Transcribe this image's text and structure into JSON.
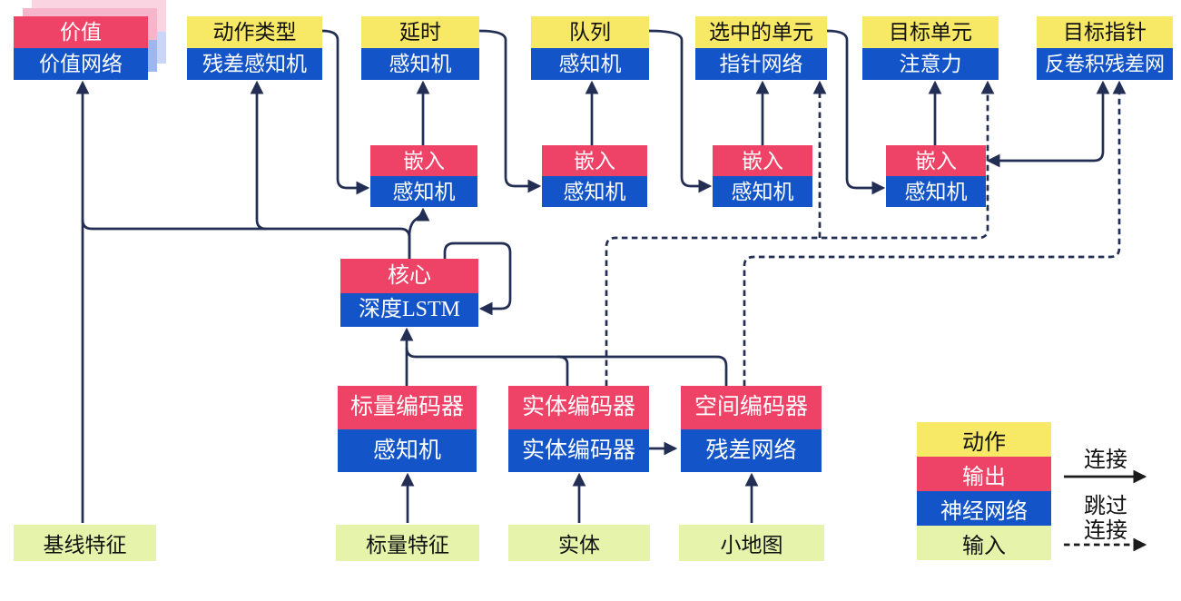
{
  "boxes": {
    "value": {
      "title": "价值",
      "subtitle": "价值网络"
    },
    "action_type": {
      "title": "动作类型",
      "subtitle": "残差感知机"
    },
    "delay": {
      "title": "延时",
      "subtitle": "感知机"
    },
    "queue": {
      "title": "队列",
      "subtitle": "感知机"
    },
    "selected_units": {
      "title": "选中的单元",
      "subtitle": "指针网络"
    },
    "target_unit": {
      "title": "目标单元",
      "subtitle": "注意力"
    },
    "target_point": {
      "title": "目标指针",
      "subtitle": "反卷积残差网"
    },
    "embed1": {
      "title": "嵌入",
      "subtitle": "感知机"
    },
    "embed2": {
      "title": "嵌入",
      "subtitle": "感知机"
    },
    "embed3": {
      "title": "嵌入",
      "subtitle": "感知机"
    },
    "embed4": {
      "title": "嵌入",
      "subtitle": "感知机"
    },
    "core": {
      "title": "核心",
      "subtitle": "深度LSTM"
    },
    "scalar_encoder": {
      "title": "标量编码器",
      "subtitle": "感知机"
    },
    "entity_encoder": {
      "title": "实体编码器",
      "subtitle": "实体编码器"
    },
    "spatial_encoder": {
      "title": "空间编码器",
      "subtitle": "残差网络"
    }
  },
  "inputs": {
    "baseline": "基线特征",
    "scalar": "标量特征",
    "entity": "实体",
    "minimap": "小地图"
  },
  "legend": {
    "rows": [
      {
        "label": "动作",
        "type": "action"
      },
      {
        "label": "输出",
        "type": "output"
      },
      {
        "label": "神经网络",
        "type": "neural-network"
      },
      {
        "label": "输入",
        "type": "input"
      }
    ],
    "solid_label": "连接",
    "skip_label_line1": "跳过",
    "skip_label_line2": "连接"
  },
  "colors": {
    "action_yellow": "#F7E865",
    "output_red": "#EE4367",
    "network_blue": "#1355C8",
    "input_green": "#E5F4AA",
    "connector_navy": "#232E54",
    "value_shadow_pink": "#F6B5CA",
    "value_shadow_blue": "#9FB5EE"
  }
}
